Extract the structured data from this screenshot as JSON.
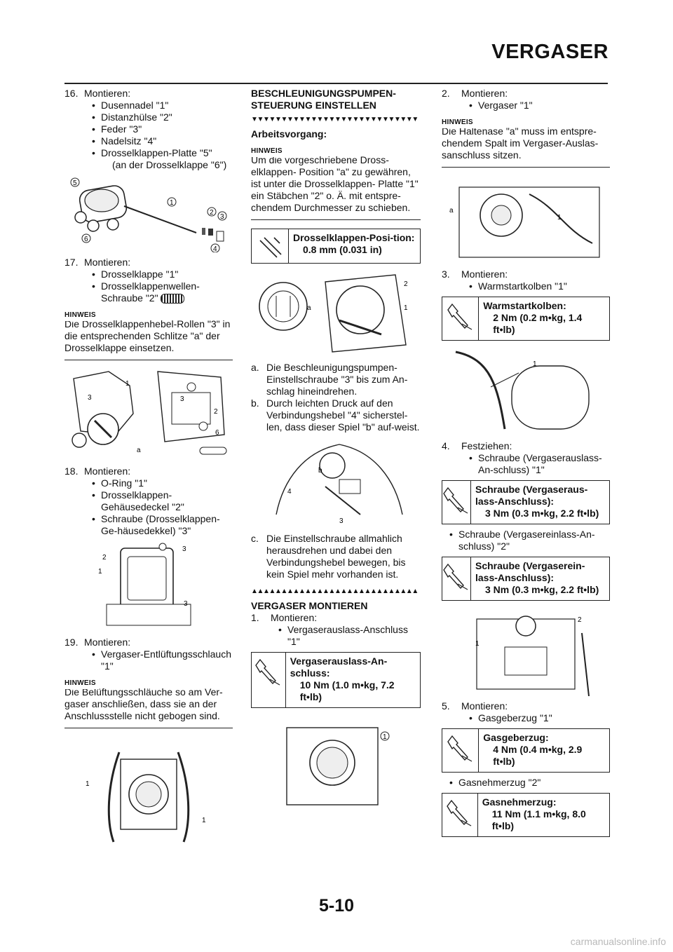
{
  "header": {
    "title": "VERGASER"
  },
  "col1": {
    "s16": {
      "num": "16.",
      "label": "Montieren:",
      "items": [
        "Dusennadel \"1\"",
        "Distanzhülse \"2\"",
        "Feder \"3\"",
        "Nadelsitz \"4\"",
        "Drosselklappen-Platte \"5\""
      ],
      "extra": "(an der Drosselklappe \"6\")"
    },
    "s17": {
      "num": "17.",
      "label": "Montieren:",
      "items": [
        "Drosselklappe \"1\"",
        "Drosselklappenwellen- Schraube \"2\""
      ]
    },
    "note1": {
      "head": "HINWEIS",
      "body": "Die Drosselklappenhebel-Rollen \"3\" in die entsprechenden Schlitze \"a\" der Drosselklappe einsetzen."
    },
    "s18": {
      "num": "18.",
      "label": "Montieren:",
      "items": [
        "O-Ring \"1\"",
        "Drosselklappen-Gehäusedeckel \"2\"",
        "Schraube (Drosselklappen-Ge-häusedekkel) \"3\""
      ]
    },
    "s19": {
      "num": "19.",
      "label": "Montieren:",
      "items": [
        "Vergaser-Entlüftungsschlauch \"1\""
      ]
    },
    "note2": {
      "head": "HINWEIS",
      "body": "Die Belüftungsschläuche so am Ver-gaser anschließen, dass sie an der Anschlussstelle nicht gebogen sind."
    }
  },
  "col2": {
    "title": "BESCHLEUNIGUNGSPUMPEN-STEUERUNG EINSTELLEN",
    "triangles_down": "▼▼▼▼▼▼▼▼▼▼▼▼▼▼▼▼▼▼▼▼▼▼▼▼▼▼▼▼",
    "procedure": "Arbeitsvorgang:",
    "note": {
      "head": "HINWEIS",
      "body": "Um die vorgeschriebene Dross-elklappen- Position \"a\" zu gewähren, ist unter die Drosselklappen- Platte \"1\" ein Stäbchen \"2\" o. Ä. mit entspre-chendem Durchmesser zu schieben."
    },
    "spec1": {
      "label": "Drosselklappen-Posi-tion:",
      "value": "0.8 mm (0.031 in)"
    },
    "a": {
      "letter": "a.",
      "text": "Die Beschleunigungspumpen-Einstellschraube \"3\" bis zum An-schlag hineindrehen."
    },
    "b": {
      "letter": "b.",
      "text": "Durch leichten Druck auf den Verbindungshebel \"4\" sicherstel-len, dass dieser Spiel \"b\" auf-weist."
    },
    "c": {
      "letter": "c.",
      "text": "Die Einstellschraube allmahlich herausdrehen und dabei den Verbindungshebel bewegen, bis kein Spiel mehr vorhanden ist."
    },
    "triangles_up": "▲▲▲▲▲▲▲▲▲▲▲▲▲▲▲▲▲▲▲▲▲▲▲▲▲▲▲▲",
    "title2": "VERGASER MONTIEREN",
    "s1": {
      "num": "1.",
      "label": "Montieren:",
      "items": [
        "Vergaserauslass-Anschluss \"1\""
      ]
    },
    "spec2": {
      "label": "Vergaserauslass-An-schluss:",
      "value": "10 Nm (1.0 m•kg, 7.2 ft•lb)"
    }
  },
  "col3": {
    "s2": {
      "num": "2.",
      "label": "Montieren:",
      "items": [
        "Vergaser \"1\""
      ]
    },
    "note": {
      "head": "HINWEIS",
      "body": "Die Haltenase \"a\" muss im entspre-chendem Spalt im Vergaser-Auslas-sanschluss sitzen."
    },
    "s3": {
      "num": "3.",
      "label": "Montieren:",
      "items": [
        "Warmstartkolben \"1\""
      ]
    },
    "spec3": {
      "label": "Warmstartkolben:",
      "value": "2 Nm (0.2 m•kg, 1.4 ft•lb)"
    },
    "s4": {
      "num": "4.",
      "label": "Festziehen:",
      "items": [
        "Schraube (Vergaserauslass-An-schluss) \"1\""
      ]
    },
    "spec4": {
      "label": "Schraube (Vergaseraus-lass-Anschluss):",
      "value": "3 Nm (0.3 m•kg, 2.2 ft•lb)"
    },
    "s4b": {
      "items": [
        "Schraube (Vergasereinlass-An-schluss) \"2\""
      ]
    },
    "spec5": {
      "label": "Schraube (Vergaserein-lass-Anschluss):",
      "value": "3 Nm (0.3 m•kg, 2.2 ft•lb)"
    },
    "s5": {
      "num": "5.",
      "label": "Montieren:",
      "items": [
        "Gasgeberzug \"1\""
      ]
    },
    "spec6": {
      "label": "Gasgeberzug:",
      "value": "4 Nm (0.4 m•kg, 2.9 ft•lb)"
    },
    "s5b": {
      "items": [
        "Gasnehmerzug \"2\""
      ]
    },
    "spec7": {
      "label": "Gasnehmerzug:",
      "value": "11 Nm (1.1 m•kg, 8.0 ft•lb)"
    }
  },
  "callouts": {
    "n1": "1",
    "n2": "2",
    "n3": "3",
    "n4": "4",
    "n5": "5",
    "n6": "6",
    "a": "a",
    "b": "b"
  },
  "footer": {
    "page": "5-10",
    "watermark": "carmanualsonline.info"
  }
}
